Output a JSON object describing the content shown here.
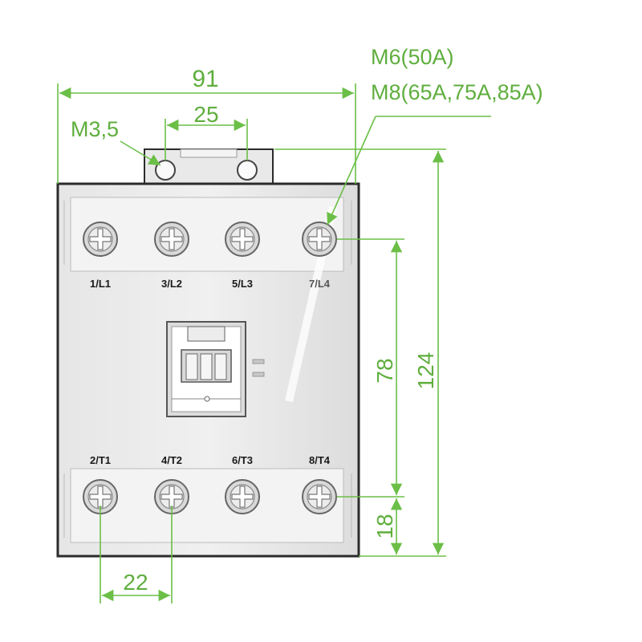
{
  "dimensions": {
    "overall_width": "91",
    "screw_spacing_top": "25",
    "screw_spacing_bottom": "22",
    "overall_height": "124",
    "terminal_spacing_height": "78",
    "bottom_offset": "18"
  },
  "callouts": {
    "small_screw": "M3,5",
    "terminal_screw_50a": "M6(50A)",
    "terminal_screw_large": "M8(65A,75A,85A)"
  },
  "terminals_top": [
    "1/L1",
    "3/L2",
    "5/L3",
    "7/L4"
  ],
  "terminals_bottom": [
    "2/T1",
    "4/T2",
    "6/T3",
    "8/T4"
  ],
  "colors": {
    "dimension": "#6bbf47",
    "body_fill": "#ececec",
    "body_outline": "#2b2b2b"
  }
}
